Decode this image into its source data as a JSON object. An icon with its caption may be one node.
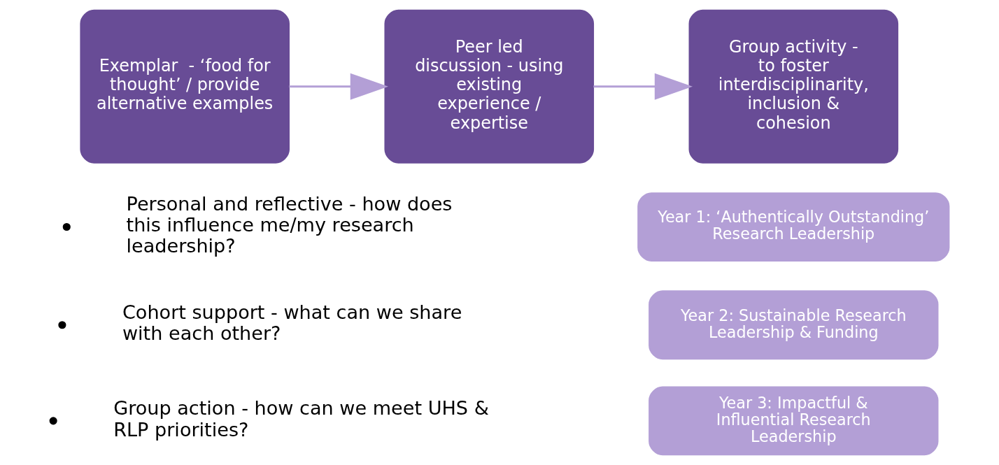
{
  "diagram": {
    "nodes": [
      {
        "text": [
          "Exemplar  - ‘food for thought’ / provide alternative examples"
        ]
      },
      {
        "text": [
          "Peer led discussion - using existing experience / expertise"
        ]
      },
      {
        "text": [
          "Group activity - to foster interdisciplinarity, inclusion & cohesion"
        ]
      },
      {
        "text": [
          "Year 1: ‘Authentically Outstanding’ Research Leadership"
        ]
      },
      {
        "text": [
          "Year 2: Sustainable Research Leadership & Funding"
        ]
      },
      {
        "text": [
          "Year 3: Impactful & Influential Research Leadership"
        ]
      }
    ],
    "edges": [
      {
        "from": 0,
        "to": 1,
        "arrow": "to"
      },
      {
        "from": 1,
        "to": 2,
        "arrow": "to"
      }
    ],
    "labels": [
      "Personal and reflective - how does this influence me/my research leadership?",
      "Cohort support - what can we share with each other?",
      "Group action - how can we meet UHS & RLP priorities?"
    ]
  }
}
